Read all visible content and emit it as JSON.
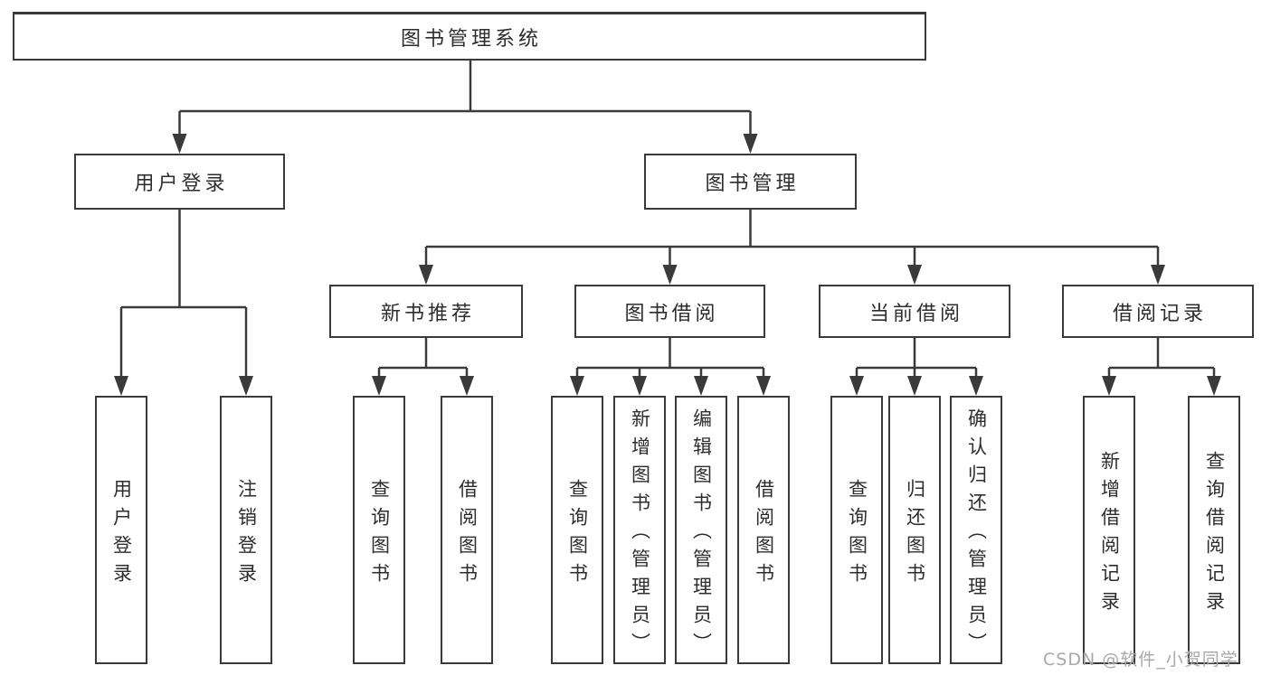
{
  "tree": {
    "root": {
      "label": "图书管理系统"
    },
    "branches": [
      {
        "label": "用户登录",
        "children": [
          {
            "label": "用户登录"
          },
          {
            "label": "注销登录"
          }
        ]
      },
      {
        "label": "图书管理",
        "children": [
          {
            "label": "新书推荐",
            "children": [
              {
                "label": "查询图书"
              },
              {
                "label": "借阅图书"
              }
            ]
          },
          {
            "label": "图书借阅",
            "children": [
              {
                "label": "查询图书"
              },
              {
                "label": "新增图书（管理员）"
              },
              {
                "label": "编辑图书（管理员）"
              },
              {
                "label": "借阅图书"
              }
            ]
          },
          {
            "label": "当前借阅",
            "children": [
              {
                "label": "查询图书"
              },
              {
                "label": "归还图书"
              },
              {
                "label": "确认归还（管理员）"
              }
            ]
          },
          {
            "label": "借阅记录",
            "children": [
              {
                "label": "新增借阅记录"
              },
              {
                "label": "查询借阅记录"
              }
            ]
          }
        ]
      }
    ]
  },
  "watermark": {
    "text": "CSDN @软件_小贺同学"
  },
  "colors": {
    "line": "#3a3a3a",
    "box_border": "#3a3a3a",
    "text": "#2d2d2d",
    "background": "#ffffff",
    "watermark": "#a8a8a8"
  }
}
